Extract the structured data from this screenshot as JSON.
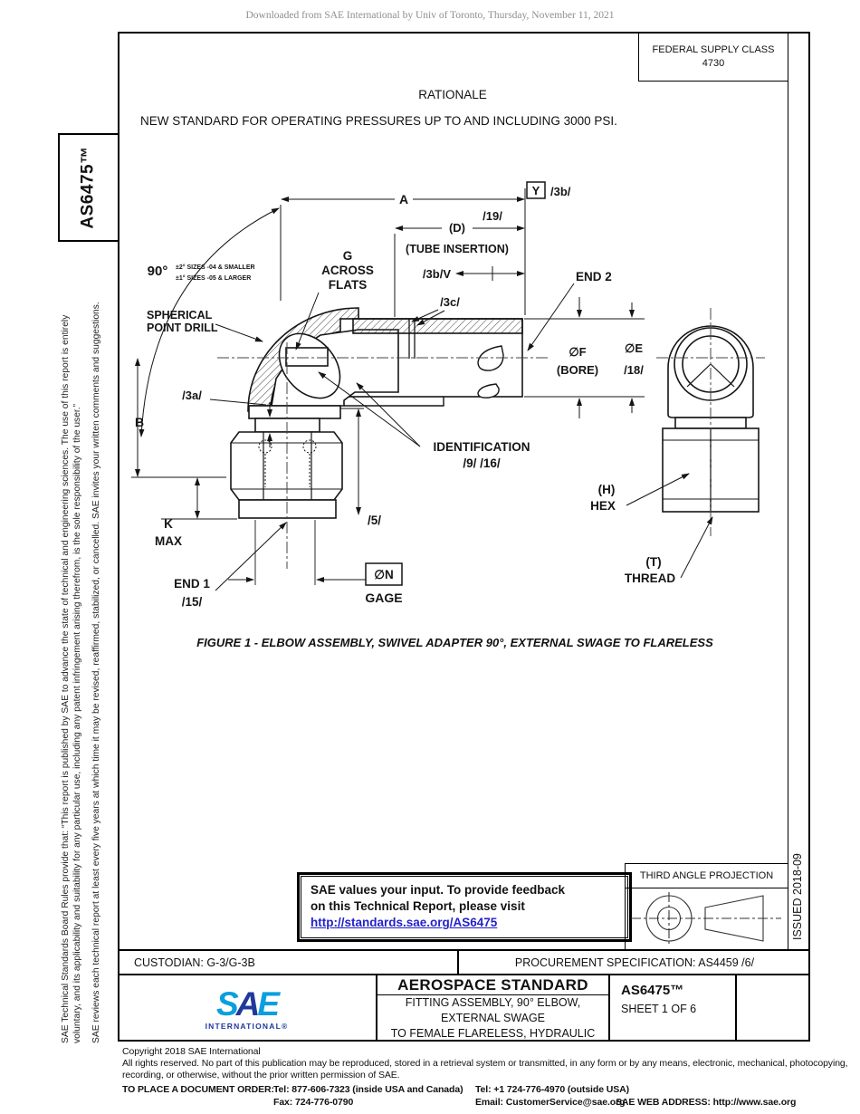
{
  "colors": {
    "link_blue": "#2222cc",
    "sae_light_blue": "#0a9fdf",
    "sae_navy": "#20389c",
    "line": "#000000"
  },
  "page": {
    "watermark": "Downloaded from SAE International by Univ of Toronto, Thursday, November 11, 2021",
    "fsc_line1": "FEDERAL SUPPLY CLASS",
    "fsc_line2": "4730",
    "rationale_title": "RATIONALE",
    "rationale_text": "NEW STANDARD FOR OPERATING PRESSURES UP TO AND INCLUDING 3000 PSI."
  },
  "sidebar": {
    "doc_number": "AS6475™",
    "disclaimer1": "SAE Technical Standards Board Rules provide that: “This report is published by SAE to advance the state of technical and engineering sciences. The use of this report is entirely",
    "disclaimer2": "voluntary, and its applicability and suitability for any particular use, including any patent infringement arising therefrom, is the sole responsibility of the user.”",
    "disclaimer3": "SAE reviews each technical report at least every five years at which time it may be revised, reaffirmed, stabilized, or cancelled. SAE invites your written comments and suggestions."
  },
  "drawing": {
    "dim_a": "A",
    "flag_y": "Y",
    "ref_3b": "/3b/",
    "ref_19": "/19/",
    "dim_d": "(D)",
    "tube_insertion": "(TUBE INSERTION)",
    "ref_3bv": "/3b/V",
    "ref_3c": "/3c/",
    "g1": "G",
    "g2": "ACROSS",
    "g3": "FLATS",
    "angle": "90°",
    "angle_note1": "±2° SIZES -04 & SMALLER",
    "angle_note2": "±1° SIZES -05 & LARGER",
    "sph1": "SPHERICAL",
    "sph2": "POINT DRILL",
    "end2": "END 2",
    "dia_f": "∅F",
    "bore": "(BORE)",
    "dia_e": "∅E",
    "ref_18": "/18/",
    "ref_3a": "/3a/",
    "dim_b": "B",
    "ident1": "IDENTIFICATION",
    "ident2": "/9/ /16/",
    "k1": "K",
    "k2": "MAX",
    "end1a": "END 1",
    "end1b": "/15/",
    "ref_5": "/5/",
    "gage_n": "∅N",
    "gage": "GAGE",
    "hex1": "(H)",
    "hex2": "HEX",
    "thread1": "(T)",
    "thread2": "THREAD"
  },
  "figure_caption": "FIGURE 1 - ELBOW ASSEMBLY, SWIVEL ADAPTER 90°, EXTERNAL SWAGE TO FLARELESS",
  "feedback": {
    "line1": "SAE values your input. To provide feedback",
    "line2": "on this Technical Report, please visit",
    "link": "http://standards.sae.org/AS6475"
  },
  "projection": {
    "title": "THIRD ANGLE PROJECTION"
  },
  "issued": "ISSUED 2018-09",
  "title_block": {
    "custodian": "CUSTODIAN: G-3/G-3B",
    "procurement": "PROCUREMENT SPECIFICATION: AS4459 /6/",
    "logo_s": "S",
    "logo_a": "A",
    "logo_e": "E",
    "logo_sub": "INTERNATIONAL®",
    "doc_type": "AEROSPACE STANDARD",
    "title_line1": "FITTING ASSEMBLY, 90° ELBOW, EXTERNAL SWAGE",
    "title_line2": "TO FEMALE FLARELESS, HYDRAULIC",
    "doc_number": "AS6475™",
    "sheet": "SHEET 1 OF 6"
  },
  "footer": {
    "copyright": "Copyright 2018 SAE International",
    "rights1": "All rights reserved. No part of this publication may be reproduced, stored in a retrieval system or transmitted, in any form or by any means, electronic, mechanical, photocopying,",
    "rights2": "recording, or otherwise, without the prior written permission of SAE.",
    "order_label": "TO PLACE A DOCUMENT ORDER:",
    "tel_inside": "Tel: 877-606-7323 (inside USA and Canada)",
    "tel_outside": "Tel: +1 724-776-4970 (outside USA)",
    "fax": "Fax: 724-776-0790",
    "email": "Email: CustomerService@sae.org",
    "web": "SAE WEB ADDRESS: http://www.sae.org"
  }
}
